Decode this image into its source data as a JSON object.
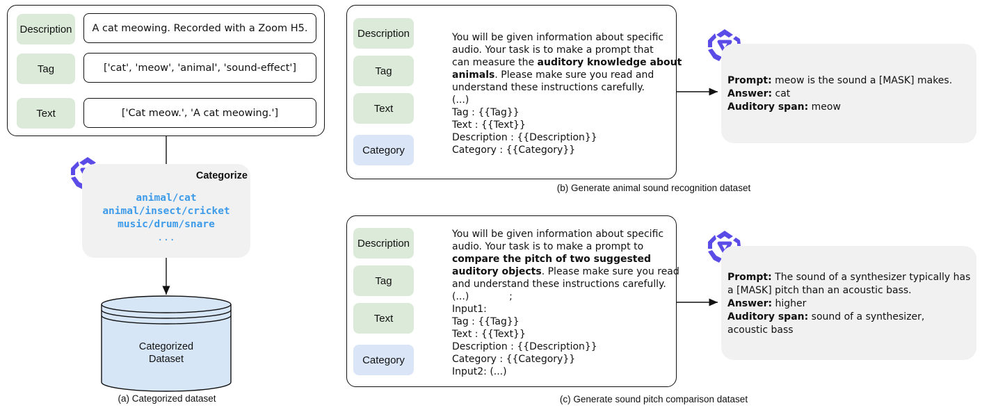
{
  "panel_a": {
    "rows": [
      {
        "label": "Description",
        "value": "A cat meowing. Recorded with a Zoom H5."
      },
      {
        "label": "Tag",
        "value": "['cat', 'meow', 'animal', 'sound-effect']"
      },
      {
        "label": "Text",
        "value": "['Cat meow.', 'A cat meowing.']"
      }
    ],
    "categorize_title": "Categorize",
    "categories": [
      "animal/cat",
      "animal/insect/cricket",
      "music/drum/snare",
      "..."
    ],
    "dataset_label": "Categorized\nDataset",
    "caption": "(a) Categorized dataset"
  },
  "panel_b": {
    "inputs": [
      "Description",
      "Tag",
      "Text",
      "Category"
    ],
    "prompt": {
      "pre": "You will be given information about specific\naudio. Your task is to make a prompt that\ncan measure the ",
      "bold1": "auditory knowledge about",
      "bold2": "animals",
      "post_bold": ". Please make sure you read and\nunderstand these instructions carefully.\n(...)\nTag : {{Tag}}\nText : {{Text}}\nDescription : {{Description}}\nCategory : {{Category}}"
    },
    "output": {
      "prompt_label": "Prompt:",
      "prompt_value": " meow is the sound a [MASK] makes.",
      "answer_label": "Answer:",
      "answer_value": " cat",
      "span_label": "Auditory span:",
      "span_value": " meow"
    },
    "caption": "(b) Generate animal sound recognition dataset"
  },
  "panel_c": {
    "inputs": [
      "Description",
      "Tag",
      "Text",
      "Category"
    ],
    "prompt": {
      "pre": "You will be given information about specific\naudio. Your task is to make a prompt to\n",
      "bold1": "compare the pitch of two suggested",
      "bold2": "auditory objects",
      "post_bold": ". Please make sure you read\nand understand these instructions carefully.\n(...)             ;\nInput1:\nTag : {{Tag}}\nText : {{Text}}\nDescription : {{Description}}\nCategory : {{Category}}\nInput2: (...)"
    },
    "output": {
      "prompt_label": "Prompt:",
      "prompt_value": " The sound of a synthesizer typically has\na [MASK] pitch than an acoustic bass.",
      "answer_label": "Answer:",
      "answer_value": " higher",
      "span_label": "Auditory span:",
      "span_value": " sound of a synthesizer,\nacoustic bass"
    },
    "caption": "(c) Generate sound pitch comparison dataset"
  },
  "colors": {
    "green": "#dcebd9",
    "blue": "#dae6f7",
    "gray": "#f1f1f1",
    "category_text": "#3d9be9",
    "logo": "#5b4ce8",
    "cylinder": "#d6e6f7"
  },
  "icons": [
    "llm-logo-icon"
  ]
}
